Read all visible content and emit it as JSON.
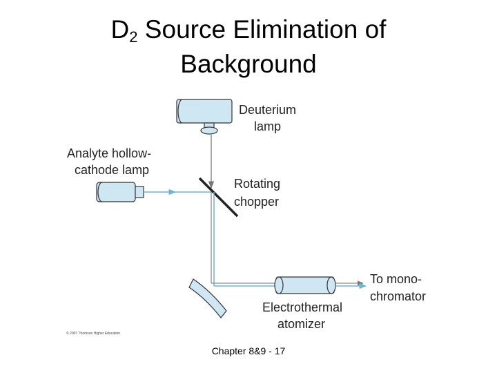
{
  "slide": {
    "title_main": "D",
    "title_sub": "2",
    "title_rest_line1": " Source Elimination of",
    "title_line2": "Background",
    "footer": "Chapter 8&9 - 17"
  },
  "diagram": {
    "labels": {
      "deuterium_1": "Deuterium",
      "deuterium_2": "lamp",
      "hcl_1": "Analyte hollow-",
      "hcl_2": "cathode lamp",
      "chopper_1": "Rotating",
      "chopper_2": "chopper",
      "mono_1": "To mono-",
      "mono_2": "chromator",
      "atomizer_1": "Electrothermal",
      "atomizer_2": "atomizer",
      "copyright": "© 2007 Thomson Higher Education"
    },
    "colors": {
      "component_fill": "#cfe6f3",
      "beam": "#6ab4d6",
      "outline": "#333333"
    }
  }
}
